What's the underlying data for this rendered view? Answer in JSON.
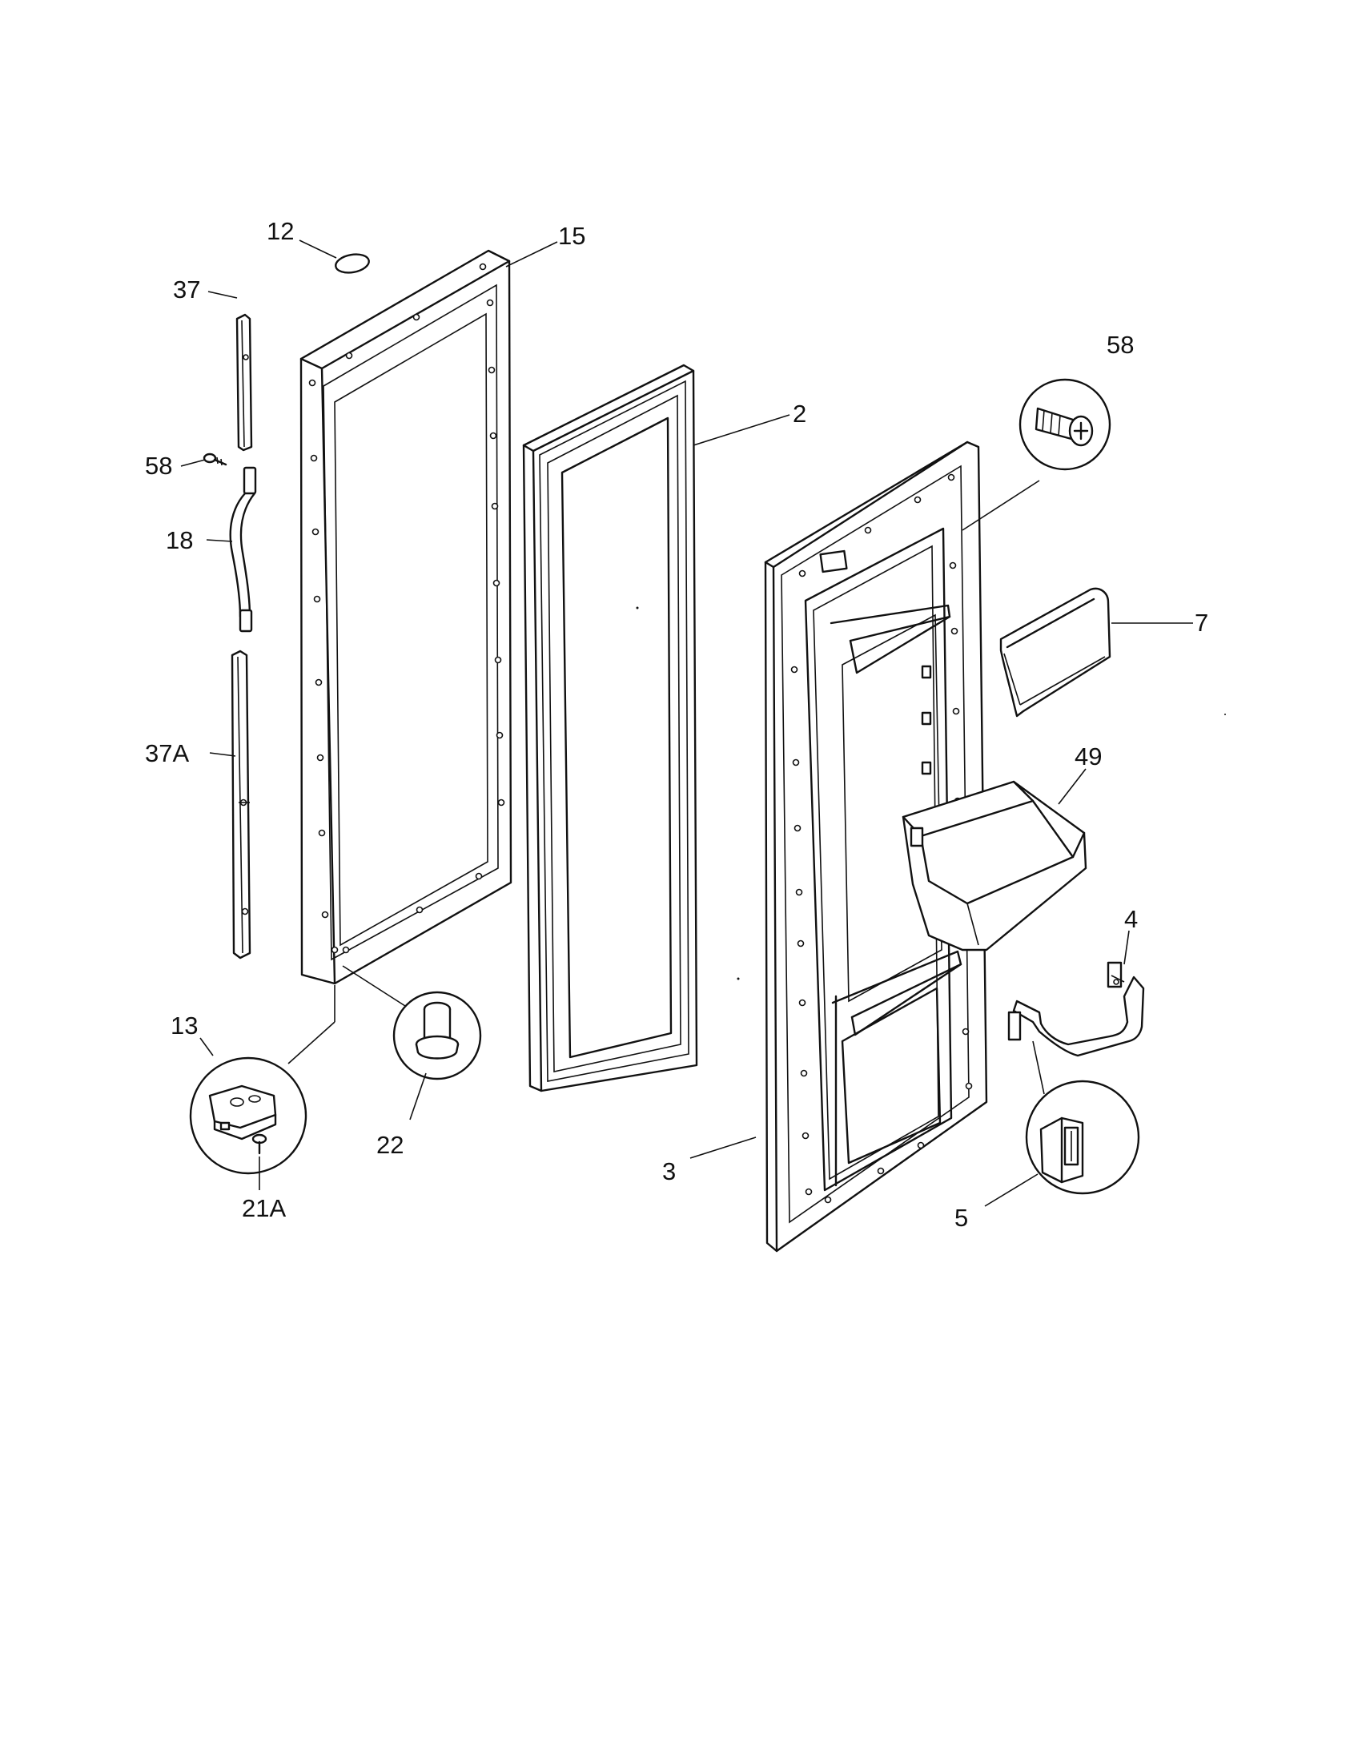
{
  "labels": {
    "p12": "12",
    "p15": "15",
    "p37": "37",
    "p58a": "58",
    "p18": "18",
    "p37a": "37A",
    "p2": "2",
    "p58b": "58",
    "p7": "7",
    "p49": "49",
    "p4": "4",
    "p13": "13",
    "p21a": "21A",
    "p22": "22",
    "p3": "3",
    "p5": "5"
  }
}
